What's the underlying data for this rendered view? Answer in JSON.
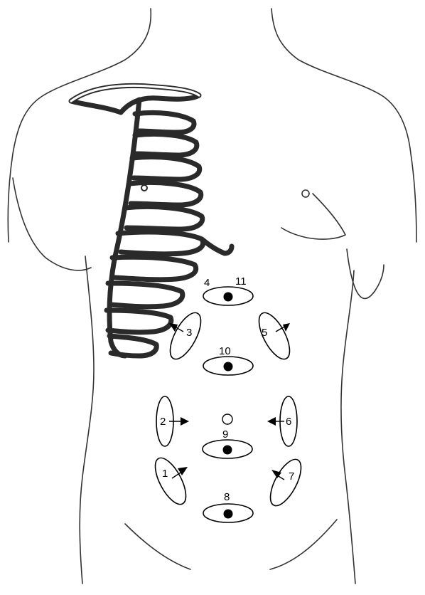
{
  "diagram": {
    "sites": [
      {
        "id": "site-1",
        "label": "1"
      },
      {
        "id": "site-2",
        "label": "2"
      },
      {
        "id": "site-3",
        "label": "3"
      },
      {
        "id": "site-4",
        "label": "4"
      },
      {
        "id": "site-5",
        "label": "5"
      },
      {
        "id": "site-6",
        "label": "6"
      },
      {
        "id": "site-7",
        "label": "7"
      },
      {
        "id": "site-8",
        "label": "8"
      },
      {
        "id": "site-9",
        "label": "9"
      },
      {
        "id": "site-10",
        "label": "10"
      },
      {
        "id": "site-11",
        "label": "11"
      }
    ]
  }
}
